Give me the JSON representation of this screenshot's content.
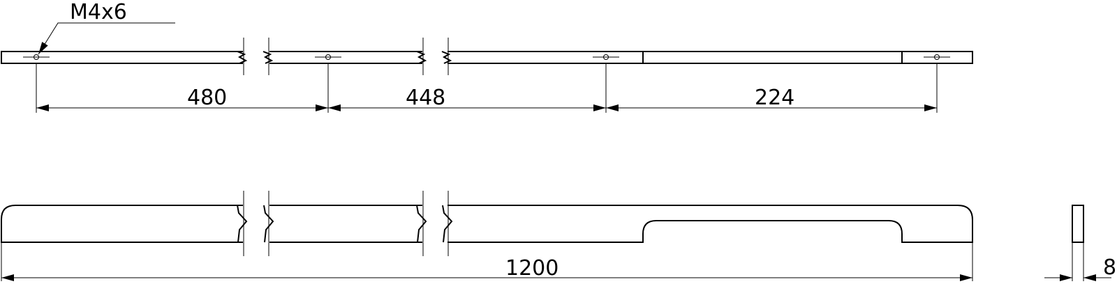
{
  "callout": {
    "label": "M4x6"
  },
  "dimensions": {
    "hole_spacing_1": "480",
    "hole_spacing_2": "448",
    "hole_spacing_3": "224",
    "overall_length": "1200",
    "thickness": "8"
  }
}
